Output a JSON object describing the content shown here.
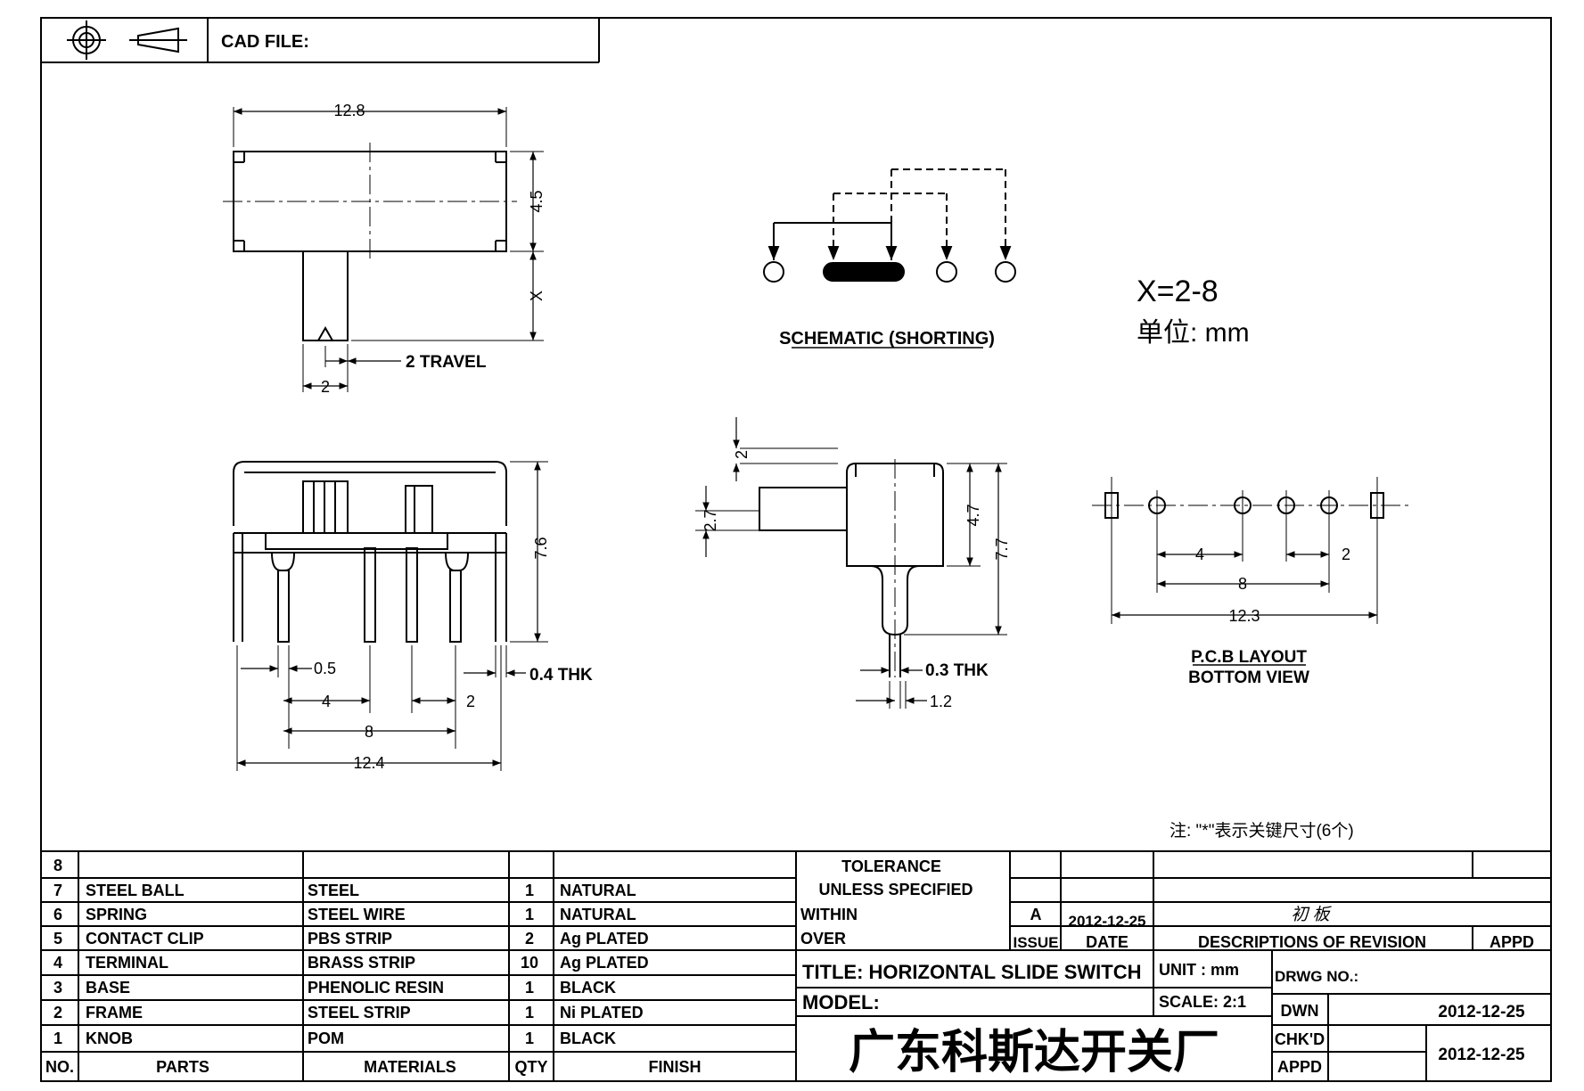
{
  "header": {
    "cad_label": "CAD FILE:"
  },
  "top_view": {
    "width": "12.8",
    "height": "4.5",
    "x": "X",
    "travel": "2 TRAVEL",
    "knob": "2"
  },
  "schematic": {
    "caption": "SCHEMATIC (SHORTING)"
  },
  "notes": {
    "x_range": "X=2-8",
    "unit": "单位: mm",
    "key_dims": "注: \"*\"表示关键尺寸(6个)"
  },
  "front_view": {
    "height": "7.6",
    "pin": "0.5",
    "thk": "0.4 THK",
    "pitch4": "4",
    "pitch2": "2",
    "span8": "8",
    "width": "12.4"
  },
  "side_view": {
    "d2": "2",
    "d27": "2.7",
    "d47": "4.7",
    "d77": "7.7",
    "thk": "0.3 THK",
    "d12": "1.2"
  },
  "pcb": {
    "d4": "4",
    "d2": "2",
    "d8": "8",
    "d123": "12.3",
    "caption1": "P.C.B LAYOUT",
    "caption2": "BOTTOM VIEW"
  },
  "bom": {
    "rows": [
      {
        "no": "8",
        "part": "",
        "material": "",
        "qty": "",
        "finish": ""
      },
      {
        "no": "7",
        "part": "STEEL BALL",
        "material": "STEEL",
        "qty": "1",
        "finish": "NATURAL"
      },
      {
        "no": "6",
        "part": "SPRING",
        "material": "STEEL WIRE",
        "qty": "1",
        "finish": "NATURAL"
      },
      {
        "no": "5",
        "part": "CONTACT CLIP",
        "material": "PBS STRIP",
        "qty": "2",
        "finish": "Ag PLATED"
      },
      {
        "no": "4",
        "part": "TERMINAL",
        "material": "BRASS STRIP",
        "qty": "10",
        "finish": "Ag PLATED"
      },
      {
        "no": "3",
        "part": "BASE",
        "material": "PHENOLIC RESIN",
        "qty": "1",
        "finish": "BLACK"
      },
      {
        "no": "2",
        "part": "FRAME",
        "material": "STEEL STRIP",
        "qty": "1",
        "finish": "Ni PLATED"
      },
      {
        "no": "1",
        "part": "KNOB",
        "material": "POM",
        "qty": "1",
        "finish": "BLACK"
      }
    ],
    "headers": {
      "no": "NO.",
      "parts": "PARTS",
      "materials": "MATERIALS",
      "qty": "QTY",
      "finish": "FINISH"
    }
  },
  "title_block": {
    "tolerance": "TOLERANCE",
    "unless": "UNLESS   SPECIFIED",
    "within": "WITHIN",
    "over": "OVER",
    "issue_val": "A",
    "date_val": "2012-12-25",
    "revision_val": "初 板",
    "issue": "ISSUE",
    "date": "DATE",
    "descriptions": "DESCRIPTIONS OF REVISION",
    "appd": "APPD",
    "title": "TITLE: HORIZONTAL SLIDE SWITCH",
    "unit": "UNIT : mm",
    "drwg": "DRWG NO.:",
    "model": "MODEL:",
    "scale": "SCALE: 2:1",
    "dwn": "DWN",
    "dwn_date": "2012-12-25",
    "company": "广东科斯达开关厂",
    "chkd": "CHK'D",
    "appd2": "APPD",
    "chk_date": "2012-12-25"
  }
}
